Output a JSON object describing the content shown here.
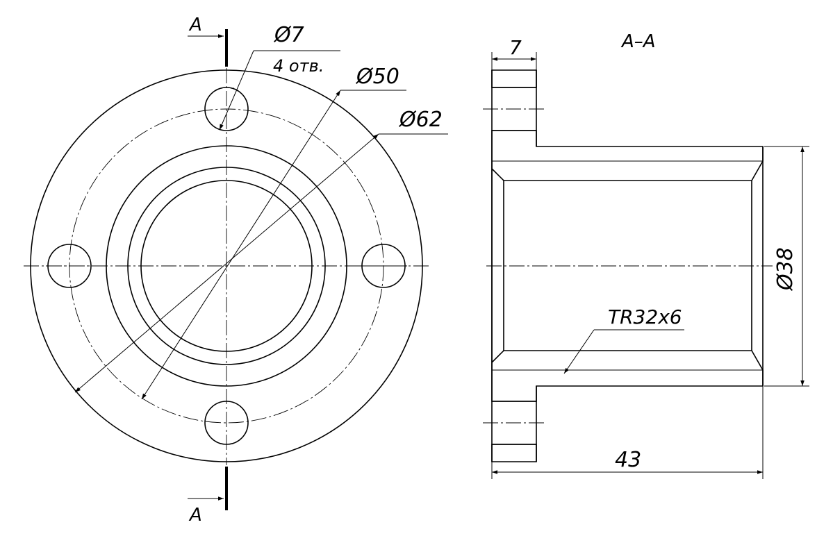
{
  "section_marker": {
    "top_label": "A",
    "bottom_label": "A"
  },
  "front_view": {
    "hole_dim": "Ø7",
    "hole_count": "4 отв.",
    "bolt_circle_dim": "Ø50",
    "outer_dim": "Ø62"
  },
  "section_view": {
    "title": "A–A",
    "flange_width_dim": "7",
    "length_dim": "43",
    "body_dia_dim": "Ø38",
    "thread_label": "TR32x6"
  },
  "colors": {
    "line": "#000000",
    "background": "#ffffff"
  }
}
